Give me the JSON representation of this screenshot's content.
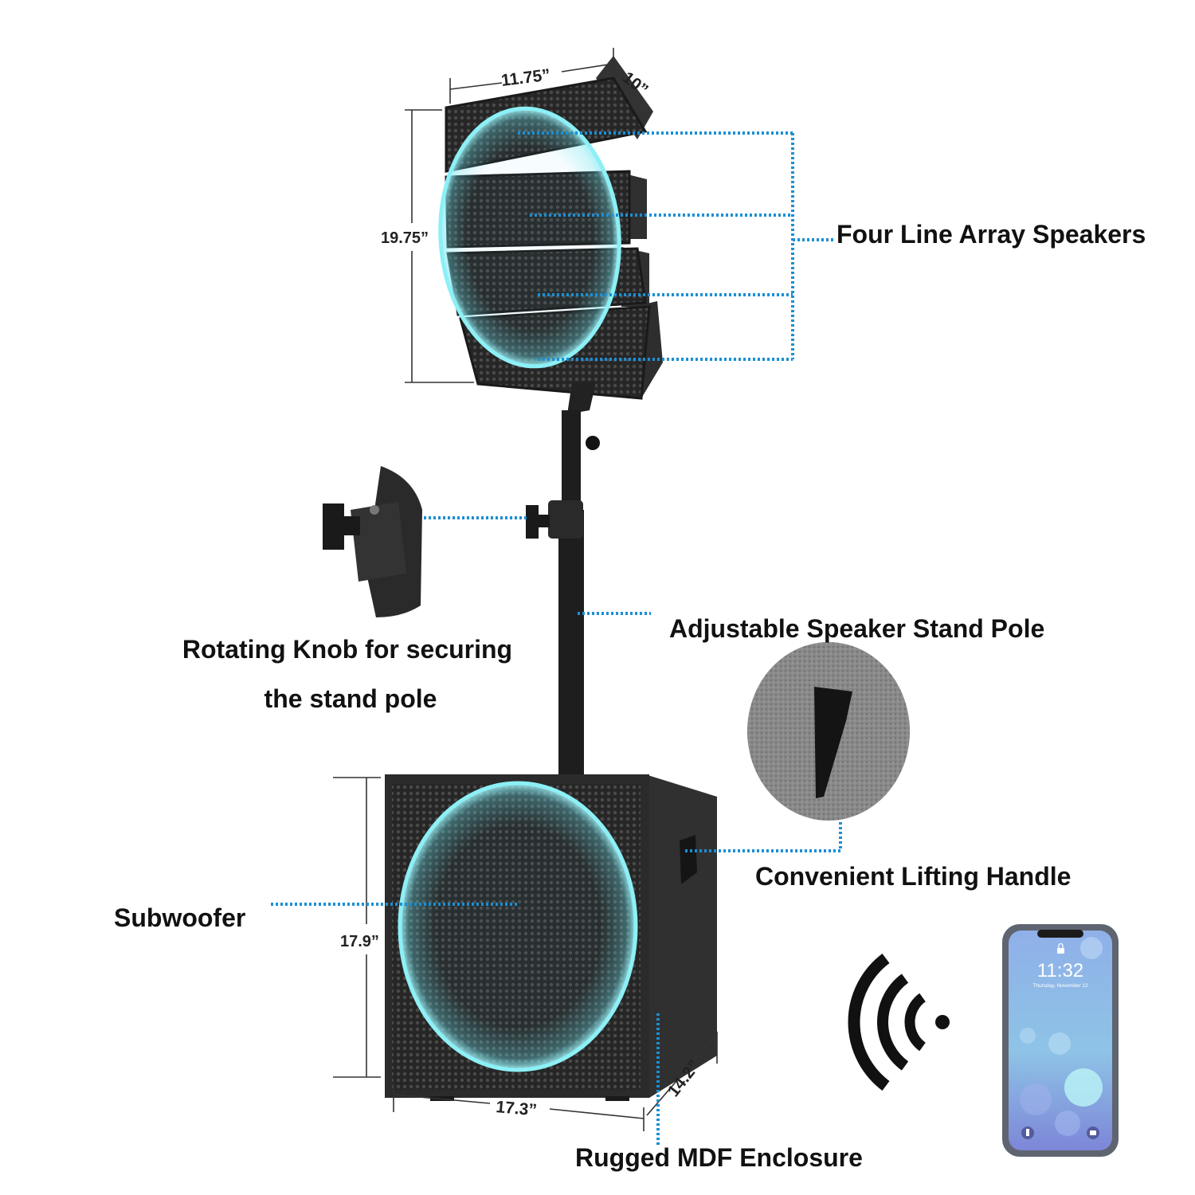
{
  "colors": {
    "callout_line": "#1a8fd6",
    "glow_ring": "#6fe3ee",
    "speaker_body": "#2b2b2b",
    "speaker_grille": "#3a3a3a",
    "pole": "#1e1e1e",
    "phone_frame": "#5f6570",
    "phone_screen": "#8fb6e6",
    "text": "#111111"
  },
  "labels": {
    "four_line_array": "Four Line Array Speakers",
    "rotating_knob_line1": "Rotating Knob for securing",
    "rotating_knob_line2": "the stand pole",
    "adjustable_pole": "Adjustable Speaker Stand Pole",
    "lifting_handle": "Convenient Lifting Handle",
    "subwoofer": "Subwoofer",
    "mdf_enclosure": "Rugged MDF Enclosure"
  },
  "dimensions": {
    "top_width": "11.75”",
    "top_depth": "10”",
    "top_height": "19.75”",
    "sub_height": "17.9”",
    "sub_width": "17.3”",
    "sub_depth": "14.2”"
  },
  "phone": {
    "time": "11:32",
    "date": "Thursday, November 12"
  },
  "icons": {
    "wireless": "wireless-signal-icon",
    "lock": "lock-icon",
    "flashlight": "flashlight-icon",
    "camera": "camera-icon"
  }
}
